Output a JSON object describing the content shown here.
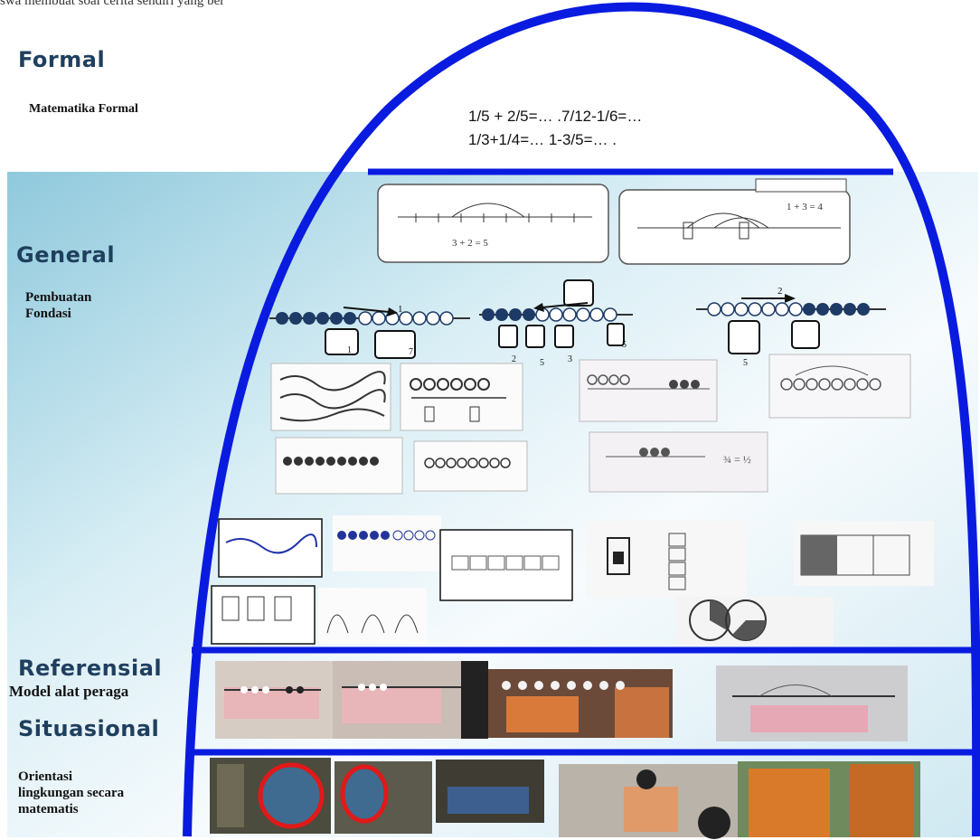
{
  "top_cut_text": "swa membuat soal cerita sendiri yang ber",
  "levels": {
    "formal": {
      "title": "Formal",
      "subtitle": "Matematika Formal"
    },
    "general": {
      "title": "General",
      "subtitle": "Pembuatan\nFondasi"
    },
    "referensial": {
      "title": "Referensial",
      "subtitle": "Model alat peraga"
    },
    "situasional": {
      "title": "Situasional",
      "subtitle": "Orientasi\nlingkungan secara\nmatematis"
    }
  },
  "formulas": {
    "line1": "1/5 + 2/5=… .7/12-1/6=…",
    "line2": "1/3+1/4=…  1-3/5=… ."
  },
  "colors": {
    "arch": "#0a1be0",
    "panel_blue": "#a9d6e6",
    "panel_light": "#eef7fb",
    "dark_bead": "#1e3a66",
    "red_circle": "#e01919"
  }
}
